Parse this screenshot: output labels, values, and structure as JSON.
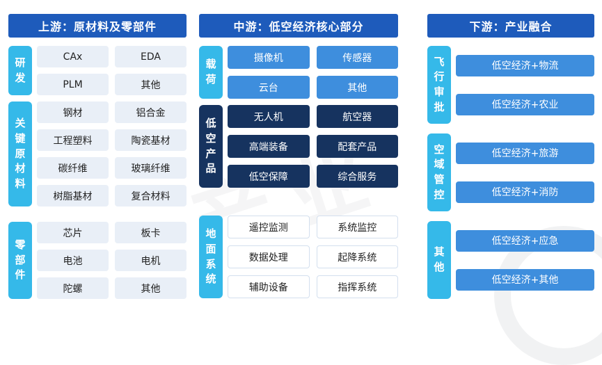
{
  "colors": {
    "header_bg": "#1e5bbb",
    "cyan": "#35b9e9",
    "navy": "#16335f",
    "blue": "#3e8edd",
    "light_item_bg": "#e9eff7",
    "outline_border": "#d3dfee"
  },
  "watermark": {
    "text": "产业"
  },
  "columns": [
    {
      "id": "upstream",
      "header": "上游：原材料及零部件",
      "sections": [
        {
          "id": "rnd",
          "label": "研发",
          "label_style": "cyan",
          "item_style": "light",
          "cols": 2,
          "items": [
            "CAx",
            "EDA",
            "PLM",
            "其他"
          ]
        },
        {
          "id": "key-raw-materials",
          "label": "关键原材料",
          "label_style": "cyan",
          "item_style": "light",
          "cols": 2,
          "items": [
            "钢材",
            "铝合金",
            "工程塑料",
            "陶瓷基材",
            "碳纤维",
            "玻璃纤维",
            "树脂基材",
            "复合材料"
          ]
        },
        {
          "id": "components",
          "label": "零部件",
          "label_style": "cyan",
          "item_style": "light",
          "cols": 2,
          "items": [
            "芯片",
            "板卡",
            "电池",
            "电机",
            "陀螺",
            "其他"
          ]
        }
      ]
    },
    {
      "id": "midstream",
      "header": "中游：低空经济核心部分",
      "sections": [
        {
          "id": "payload",
          "label": "载荷",
          "label_style": "cyan",
          "item_style": "blue",
          "cols": 2,
          "items": [
            "摄像机",
            "传感器",
            "云台",
            "其他"
          ]
        },
        {
          "id": "low-altitude-products",
          "label": "低空产品",
          "label_style": "navy",
          "item_style": "navy",
          "cols": 2,
          "items": [
            "无人机",
            "航空器",
            "高端装备",
            "配套产品",
            "低空保障",
            "综合服务"
          ]
        },
        {
          "id": "ground-systems",
          "label": "地面系统",
          "label_style": "cyan",
          "item_style": "outline",
          "cols": 2,
          "items": [
            "遥控监测",
            "系统监控",
            "数据处理",
            "起降系统",
            "辅助设备",
            "指挥系统"
          ]
        }
      ]
    },
    {
      "id": "downstream",
      "header": "下游：产业融合",
      "sections": [
        {
          "id": "flight-approval",
          "label": "飞行审批",
          "label_style": "cyan",
          "item_style": "blue",
          "cols": 1,
          "items": [
            "低空经济+物流",
            "低空经济+农业"
          ]
        },
        {
          "id": "airspace-control",
          "label": "空域管控",
          "label_style": "cyan",
          "item_style": "blue",
          "cols": 1,
          "items": [
            "低空经济+旅游",
            "低空经济+消防"
          ]
        },
        {
          "id": "others",
          "label": "其他",
          "label_style": "cyan",
          "item_style": "blue",
          "cols": 1,
          "items": [
            "低空经济+应急",
            "低空经济+其他"
          ]
        }
      ]
    }
  ]
}
